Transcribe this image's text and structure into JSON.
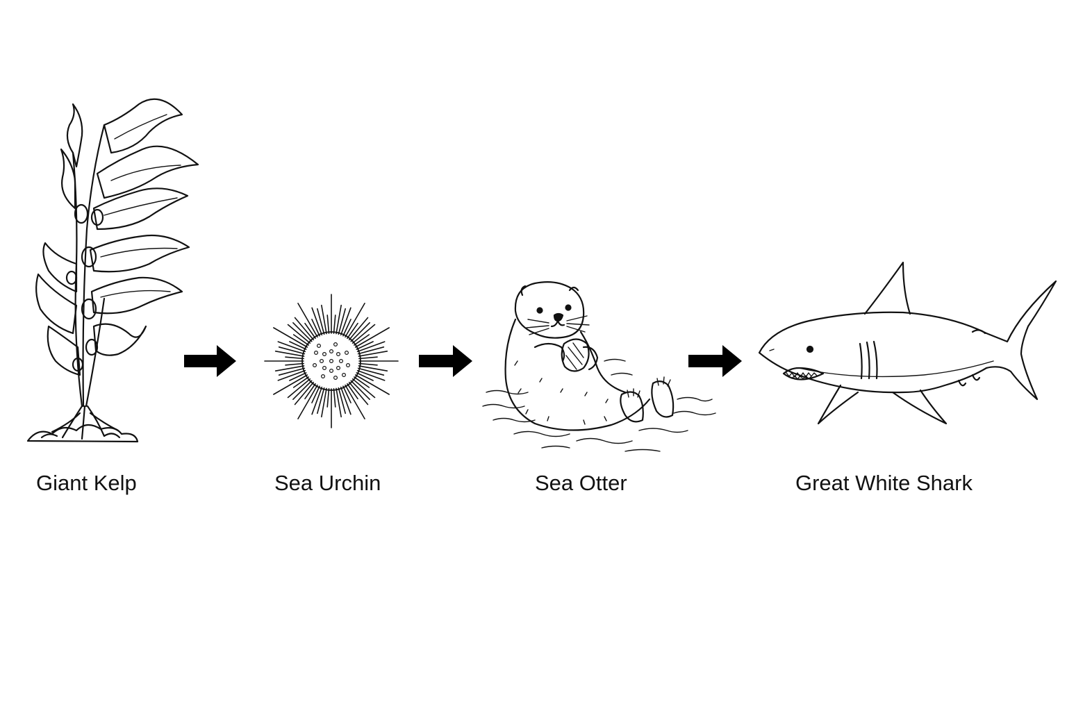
{
  "diagram": {
    "organisms": [
      {
        "label": "Giant Kelp",
        "icon": "kelp-icon"
      },
      {
        "label": "Sea Urchin",
        "icon": "sea-urchin-icon"
      },
      {
        "label": "Sea Otter",
        "icon": "sea-otter-icon"
      },
      {
        "label": "Great White Shark",
        "icon": "shark-icon"
      }
    ],
    "arrow_icon": "right-arrow-icon",
    "colors": {
      "ink": "#111111",
      "background": "#ffffff"
    }
  }
}
